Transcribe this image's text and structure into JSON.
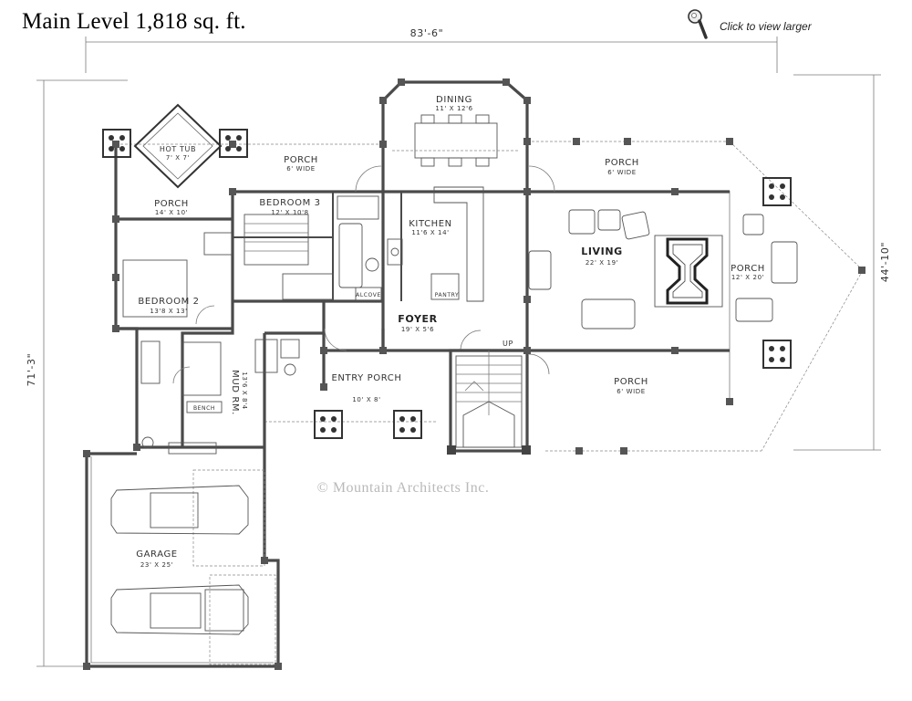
{
  "page_title": "Main Level 1,818 sq. ft.",
  "zoom": {
    "icon": "magnifier-icon",
    "label": "Click to view larger"
  },
  "overall_dims": {
    "width": "83'-6\"",
    "depth_left": "71'-3\"",
    "depth_right": "44'-10\""
  },
  "rooms": {
    "dining": {
      "name": "DINING",
      "size": "11' X 12'6"
    },
    "porch_top": {
      "name": "PORCH",
      "size": "6' WIDE"
    },
    "porch_top_right": {
      "name": "PORCH",
      "size": "6' WIDE"
    },
    "hot_tub": {
      "name": "HOT TUB",
      "size": "7' X 7'"
    },
    "porch_left": {
      "name": "PORCH",
      "size": "14' X 10'"
    },
    "bedroom3": {
      "name": "BEDROOM 3",
      "size": "12' X 10'8"
    },
    "kitchen": {
      "name": "KITCHEN",
      "size": "11'6 X 14'"
    },
    "living": {
      "name": "LIVING",
      "size": "22' X 19'"
    },
    "porch_right": {
      "name": "PORCH",
      "size": "12' X 20'"
    },
    "bedroom2": {
      "name": "BEDROOM 2",
      "size": "13'8 X 13'"
    },
    "foyer": {
      "name": "FOYER",
      "size": "19' X 5'6"
    },
    "mud_rm": {
      "name": "MUD RM.",
      "size": "13'6 X 8'4"
    },
    "entry_porch": {
      "name": "ENTRY PORCH",
      "size": "10' X 8'"
    },
    "porch_bottom": {
      "name": "PORCH",
      "size": "6' WIDE"
    },
    "garage": {
      "name": "GARAGE",
      "size": "23' X 25'"
    }
  },
  "small_labels": {
    "alcove": "ALCOVE",
    "pantry": "PANTRY",
    "bench": "BENCH",
    "up": "UP"
  },
  "watermark": "© Mountain Architects Inc.",
  "colors": {
    "ink": "#4a4a4a",
    "watermark": "#b9b9b9"
  }
}
